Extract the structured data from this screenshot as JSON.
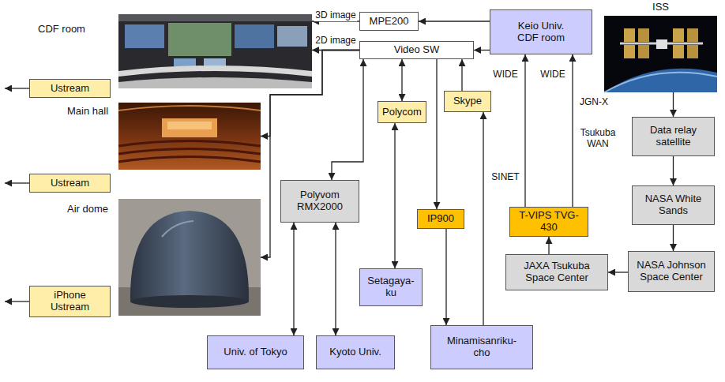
{
  "diagram": {
    "nodes": [
      {
        "text": [
          "CDF room"
        ]
      },
      {
        "text": [
          "MPE200"
        ]
      },
      {
        "text": [
          "Video SW"
        ]
      },
      {
        "text": [
          "Keio Univ. CDF room"
        ]
      },
      {
        "text": [
          "ISS"
        ]
      },
      {
        "text": [
          "Ustream"
        ]
      },
      {
        "text": [
          "Main hall"
        ]
      },
      {
        "text": [
          "Polycom"
        ]
      },
      {
        "text": [
          "Skype"
        ]
      },
      {
        "text": [
          "Data relay satellite"
        ]
      },
      {
        "text": [
          "Ustream"
        ]
      },
      {
        "text": [
          "Polyvom RMX2000"
        ]
      },
      {
        "text": [
          "NASA White Sands"
        ]
      },
      {
        "text": [
          "Air dome"
        ]
      },
      {
        "text": [
          "IP900"
        ]
      },
      {
        "text": [
          "T-VIPS TVG-430"
        ]
      },
      {
        "text": [
          "iPhone Ustream"
        ]
      },
      {
        "text": [
          "JAXA Tsukuba Space Center"
        ]
      },
      {
        "text": [
          "NASA Johnson Space Center"
        ]
      },
      {
        "text": [
          "Setagaya-ku"
        ]
      },
      {
        "text": [
          "Univ. of Tokyo"
        ]
      },
      {
        "text": [
          "Kyoto Univ."
        ]
      },
      {
        "text": [
          "Minamisanriku-cho"
        ]
      }
    ],
    "edges": [
      {
        "from": 3,
        "to": 1,
        "arrow": "to"
      },
      {
        "from": 1,
        "to": 0,
        "label": "3D image",
        "arrow": "to"
      },
      {
        "from": 2,
        "to": 0,
        "label": "2D image",
        "arrow": "to"
      },
      {
        "from": 2,
        "to": 6,
        "arrow": "to"
      },
      {
        "from": 2,
        "to": 13,
        "arrow": "to"
      },
      {
        "from": 3,
        "to": 2,
        "arrow": "to"
      },
      {
        "from": 2,
        "to": 11,
        "arrow": "both"
      },
      {
        "from": 2,
        "to": 7,
        "arrow": "both"
      },
      {
        "from": 2,
        "to": 14,
        "arrow": "to"
      },
      {
        "from": 8,
        "to": 2,
        "arrow": "to"
      },
      {
        "from": 15,
        "to": 3,
        "label": "SINET",
        "arrow": "to"
      },
      {
        "from": 15,
        "to": 3,
        "label": "JGN-X",
        "arrow": "to"
      },
      {
        "from": 4,
        "to": 9,
        "arrow": "to"
      },
      {
        "from": 9,
        "to": 12,
        "arrow": "to"
      },
      {
        "from": 12,
        "to": 18,
        "arrow": "to"
      },
      {
        "from": 18,
        "to": 17,
        "arrow": "to"
      },
      {
        "from": 17,
        "to": 15,
        "arrow": "to"
      },
      {
        "from": 7,
        "to": 19,
        "arrow": "both"
      },
      {
        "from": 14,
        "to": 22,
        "arrow": "to"
      },
      {
        "from": 22,
        "to": 8,
        "arrow": "to"
      },
      {
        "from": 11,
        "to": 20,
        "arrow": "both"
      },
      {
        "from": 11,
        "to": 21,
        "arrow": "both"
      }
    ],
    "labels": [
      "WIDE",
      "WIDE",
      "Tsukuba WAN"
    ]
  }
}
